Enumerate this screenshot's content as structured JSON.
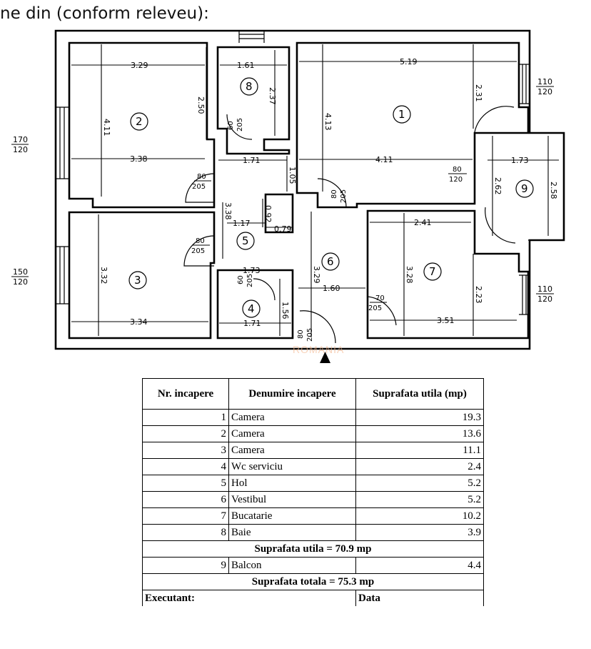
{
  "caption": "ne din (conform releveu):",
  "watermark": "ROMANIA",
  "rooms": {
    "r1": {
      "num": "1",
      "dims": [
        "5.19",
        "2.31",
        "4.13",
        "4.11"
      ]
    },
    "r2": {
      "num": "2",
      "dims": [
        "3.29",
        "2.50",
        "4.11",
        "3.38"
      ]
    },
    "r3": {
      "num": "3",
      "dims": [
        "3.32",
        "3.34"
      ]
    },
    "r4": {
      "num": "4",
      "dims": [
        "1.56",
        "1.71"
      ]
    },
    "r5": {
      "num": "5",
      "dims": [
        "1.73",
        "1.17",
        "0.79",
        "0.92",
        "3.38",
        "1.71",
        "1.05"
      ]
    },
    "r6": {
      "num": "6",
      "dims": [
        "3.29",
        "1.60"
      ]
    },
    "r7": {
      "num": "7",
      "dims": [
        "2.41",
        "3.28",
        "2.23",
        "3.51"
      ]
    },
    "r8": {
      "num": "8",
      "dims": [
        "1.61",
        "2.37"
      ]
    },
    "r9": {
      "num": "9",
      "dims": [
        "1.73",
        "2.62",
        "2.58"
      ]
    }
  },
  "doors": {
    "d2": {
      "w": "80",
      "h": "205"
    },
    "d5": {
      "w": "80",
      "h": "205"
    },
    "d8": {
      "w": "60",
      "h": "205"
    },
    "d4": {
      "w": "60",
      "h": "205"
    },
    "d6": {
      "w": "80",
      "h": "205"
    },
    "d1": {
      "w": "80",
      "h": "120"
    },
    "d7": {
      "w": "70",
      "h": "205"
    },
    "dentry": {
      "w": "80",
      "h": "205"
    }
  },
  "windows": {
    "w2": {
      "w": "170",
      "h": "120"
    },
    "w3": {
      "w": "150",
      "h": "120"
    },
    "w1": {
      "w": "110",
      "h": "120"
    },
    "w7": {
      "w": "110",
      "h": "120"
    }
  },
  "table": {
    "headers": [
      "Nr. incapere",
      "Denumire incapere",
      "Suprafata utila (mp)"
    ],
    "rows": [
      {
        "nr": "1",
        "name": "Camera",
        "area": "19.3"
      },
      {
        "nr": "2",
        "name": "Camera",
        "area": "13.6"
      },
      {
        "nr": "3",
        "name": "Camera",
        "area": "11.1"
      },
      {
        "nr": "4",
        "name": "Wc serviciu",
        "area": "2.4"
      },
      {
        "nr": "5",
        "name": "Hol",
        "area": "5.2"
      },
      {
        "nr": "6",
        "name": "Vestibul",
        "area": "5.2"
      },
      {
        "nr": "7",
        "name": "Bucatarie",
        "area": "10.2"
      },
      {
        "nr": "8",
        "name": "Baie",
        "area": "3.9"
      }
    ],
    "util_total": "Suprafata utila = 70.9 mp",
    "balcony": {
      "nr": "9",
      "name": "Balcon",
      "area": "4.4"
    },
    "grand_total": "Suprafata totala = 75.3 mp",
    "footer_left": "Executant:",
    "footer_right": "Data"
  }
}
